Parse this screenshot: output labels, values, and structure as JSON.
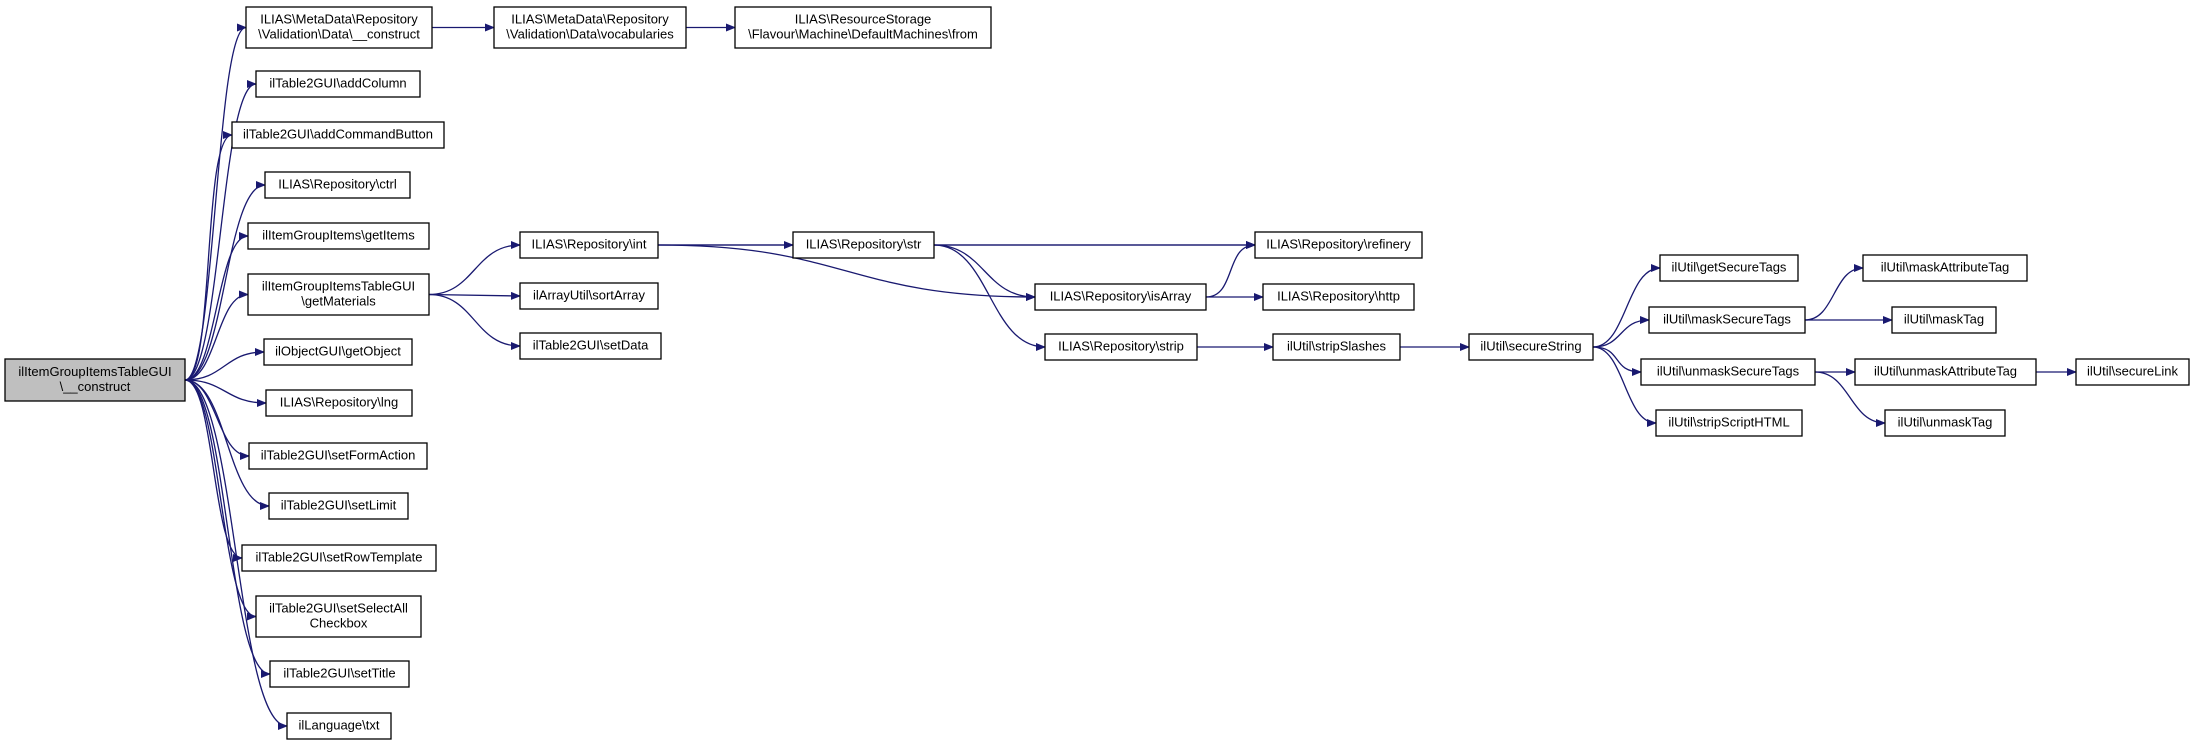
{
  "diagram": {
    "title": "",
    "colors": {
      "edge": "#191970",
      "root_fill": "#bfbfbf",
      "node_fill": "#ffffff",
      "node_stroke": "#000000"
    },
    "nodes": [
      {
        "id": "root",
        "lines": [
          "ilItemGroupItemsTableGUI",
          "\\__construct"
        ],
        "root": true
      },
      {
        "id": "md_construct",
        "lines": [
          "ILIAS\\MetaData\\Repository",
          "\\Validation\\Data\\__construct"
        ]
      },
      {
        "id": "md_vocab",
        "lines": [
          "ILIAS\\MetaData\\Repository",
          "\\Validation\\Data\\vocabularies"
        ]
      },
      {
        "id": "rs_from",
        "lines": [
          "ILIAS\\ResourceStorage",
          "\\Flavour\\Machine\\DefaultMachines\\from"
        ]
      },
      {
        "id": "addColumn",
        "lines": [
          "ilTable2GUI\\addColumn"
        ]
      },
      {
        "id": "addCommandButton",
        "lines": [
          "ilTable2GUI\\addCommandButton"
        ]
      },
      {
        "id": "ctrl",
        "lines": [
          "ILIAS\\Repository\\ctrl"
        ]
      },
      {
        "id": "getItems",
        "lines": [
          "ilItemGroupItems\\getItems"
        ]
      },
      {
        "id": "getMaterials",
        "lines": [
          "ilItemGroupItemsTableGUI",
          "\\getMaterials"
        ]
      },
      {
        "id": "getObject",
        "lines": [
          "ilObjectGUI\\getObject"
        ]
      },
      {
        "id": "lng",
        "lines": [
          "ILIAS\\Repository\\lng"
        ]
      },
      {
        "id": "setFormAction",
        "lines": [
          "ilTable2GUI\\setFormAction"
        ]
      },
      {
        "id": "setLimit",
        "lines": [
          "ilTable2GUI\\setLimit"
        ]
      },
      {
        "id": "setRowTemplate",
        "lines": [
          "ilTable2GUI\\setRowTemplate"
        ]
      },
      {
        "id": "setSelectAll",
        "lines": [
          "ilTable2GUI\\setSelectAll",
          "Checkbox"
        ]
      },
      {
        "id": "setTitle",
        "lines": [
          "ilTable2GUI\\setTitle"
        ]
      },
      {
        "id": "txt",
        "lines": [
          "ilLanguage\\txt"
        ]
      },
      {
        "id": "int",
        "lines": [
          "ILIAS\\Repository\\int"
        ]
      },
      {
        "id": "sortArray",
        "lines": [
          "ilArrayUtil\\sortArray"
        ]
      },
      {
        "id": "setData",
        "lines": [
          "ilTable2GUI\\setData"
        ]
      },
      {
        "id": "str",
        "lines": [
          "ILIAS\\Repository\\str"
        ]
      },
      {
        "id": "refinery",
        "lines": [
          "ILIAS\\Repository\\refinery"
        ]
      },
      {
        "id": "isArray",
        "lines": [
          "ILIAS\\Repository\\isArray"
        ]
      },
      {
        "id": "http",
        "lines": [
          "ILIAS\\Repository\\http"
        ]
      },
      {
        "id": "strip",
        "lines": [
          "ILIAS\\Repository\\strip"
        ]
      },
      {
        "id": "stripSlashes",
        "lines": [
          "ilUtil\\stripSlashes"
        ]
      },
      {
        "id": "secureString",
        "lines": [
          "ilUtil\\secureString"
        ]
      },
      {
        "id": "getSecureTags",
        "lines": [
          "ilUtil\\getSecureTags"
        ]
      },
      {
        "id": "maskSecureTags",
        "lines": [
          "ilUtil\\maskSecureTags"
        ]
      },
      {
        "id": "unmaskSecureTags",
        "lines": [
          "ilUtil\\unmaskSecureTags"
        ]
      },
      {
        "id": "stripScriptHTML",
        "lines": [
          "ilUtil\\stripScriptHTML"
        ]
      },
      {
        "id": "maskAttributeTag",
        "lines": [
          "ilUtil\\maskAttributeTag"
        ]
      },
      {
        "id": "maskTag",
        "lines": [
          "ilUtil\\maskTag"
        ]
      },
      {
        "id": "unmaskAttributeTag",
        "lines": [
          "ilUtil\\unmaskAttributeTag"
        ]
      },
      {
        "id": "unmaskTag",
        "lines": [
          "ilUtil\\unmaskTag"
        ]
      },
      {
        "id": "secureLink",
        "lines": [
          "ilUtil\\secureLink"
        ]
      }
    ],
    "edges": [
      {
        "from": "root",
        "to": "md_construct"
      },
      {
        "from": "root",
        "to": "addColumn"
      },
      {
        "from": "root",
        "to": "addCommandButton"
      },
      {
        "from": "root",
        "to": "ctrl"
      },
      {
        "from": "root",
        "to": "getItems"
      },
      {
        "from": "root",
        "to": "getMaterials"
      },
      {
        "from": "root",
        "to": "getObject"
      },
      {
        "from": "root",
        "to": "lng"
      },
      {
        "from": "root",
        "to": "setFormAction"
      },
      {
        "from": "root",
        "to": "setLimit"
      },
      {
        "from": "root",
        "to": "setRowTemplate"
      },
      {
        "from": "root",
        "to": "setSelectAll"
      },
      {
        "from": "root",
        "to": "setTitle"
      },
      {
        "from": "root",
        "to": "txt"
      },
      {
        "from": "md_construct",
        "to": "md_vocab"
      },
      {
        "from": "md_vocab",
        "to": "rs_from"
      },
      {
        "from": "getMaterials",
        "to": "int"
      },
      {
        "from": "getMaterials",
        "to": "sortArray"
      },
      {
        "from": "getMaterials",
        "to": "setData"
      },
      {
        "from": "int",
        "to": "str"
      },
      {
        "from": "int",
        "to": "refinery"
      },
      {
        "from": "int",
        "to": "isArray"
      },
      {
        "from": "str",
        "to": "refinery"
      },
      {
        "from": "str",
        "to": "isArray"
      },
      {
        "from": "str",
        "to": "strip"
      },
      {
        "from": "isArray",
        "to": "refinery"
      },
      {
        "from": "isArray",
        "to": "http"
      },
      {
        "from": "strip",
        "to": "stripSlashes"
      },
      {
        "from": "stripSlashes",
        "to": "secureString"
      },
      {
        "from": "secureString",
        "to": "getSecureTags"
      },
      {
        "from": "secureString",
        "to": "maskSecureTags"
      },
      {
        "from": "secureString",
        "to": "unmaskSecureTags"
      },
      {
        "from": "secureString",
        "to": "stripScriptHTML"
      },
      {
        "from": "maskSecureTags",
        "to": "maskAttributeTag"
      },
      {
        "from": "maskSecureTags",
        "to": "maskTag"
      },
      {
        "from": "unmaskSecureTags",
        "to": "unmaskAttributeTag"
      },
      {
        "from": "unmaskSecureTags",
        "to": "unmaskTag"
      },
      {
        "from": "unmaskAttributeTag",
        "to": "secureLink"
      }
    ]
  }
}
